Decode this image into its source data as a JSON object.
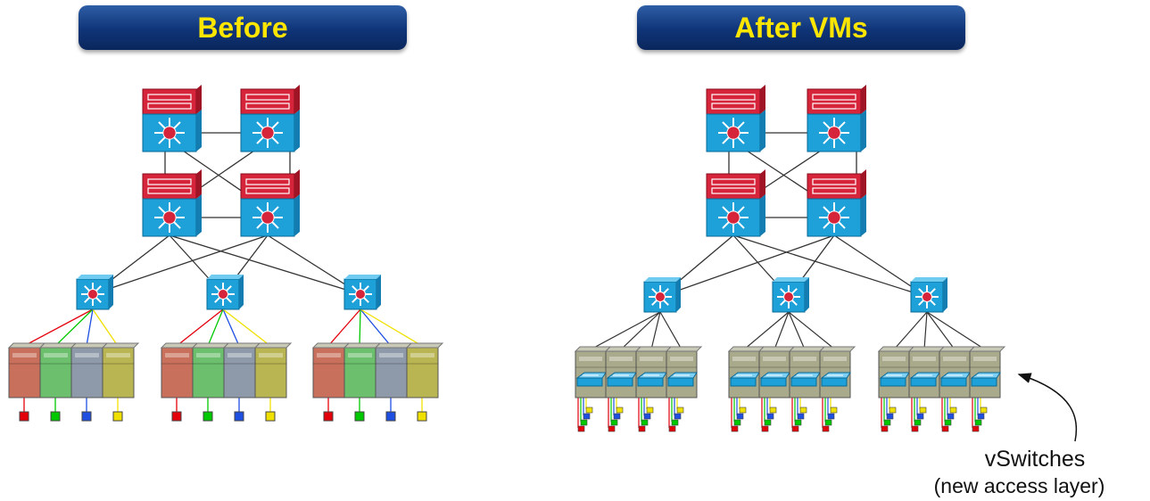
{
  "titles": {
    "before": "Before",
    "after": "After VMs"
  },
  "callout": {
    "label": "vSwitches",
    "sublabel": "(new access layer)"
  },
  "colors": {
    "banner_text": "#ffe600",
    "banner_bg": "#0f3478",
    "router_red": "#d6243a",
    "switch_blue": "#1ea0d8",
    "vm_red": "#e3000b",
    "vm_green": "#00c800",
    "vm_blue": "#1e4fe0",
    "vm_yellow": "#f0e000",
    "link": "#333333"
  },
  "icons": {
    "core_device": "multilayer-switch-icon",
    "access_device": "layer3-switch-icon",
    "server": "server-rack-icon",
    "vswitch": "vswitch-icon"
  }
}
